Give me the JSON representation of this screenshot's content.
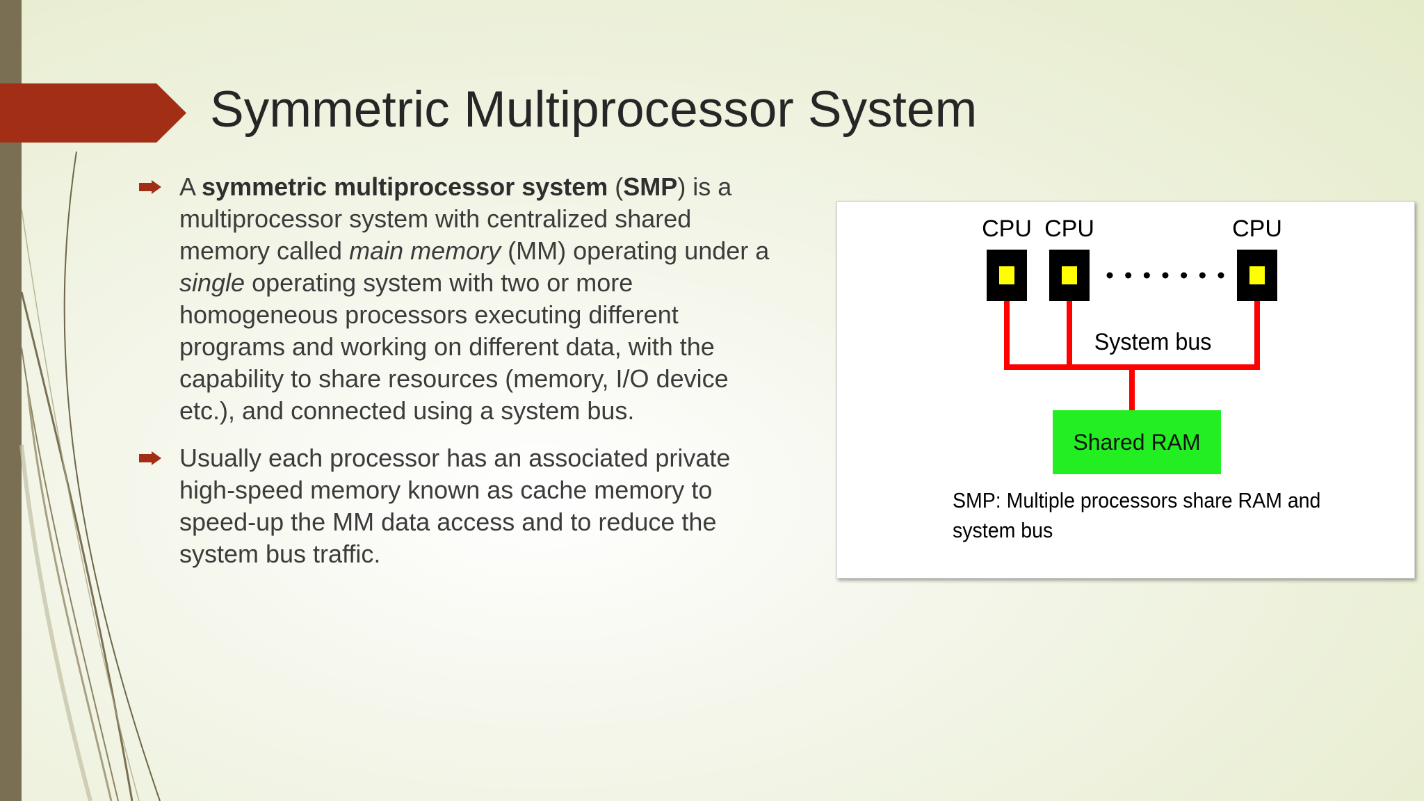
{
  "slide": {
    "title": "Symmetric Multiprocessor System",
    "colors": {
      "accent": "#a32e16",
      "side_bar": "#7a6f52",
      "title_text": "#262626",
      "body_text": "#3b3b3b"
    }
  },
  "bullets": [
    {
      "icon": "arrow-bullet-icon",
      "segments": [
        {
          "text": "A ",
          "style": "normal"
        },
        {
          "text": "symmetric multiprocessor system",
          "style": "bold"
        },
        {
          "text": " (",
          "style": "normal"
        },
        {
          "text": "SMP",
          "style": "bold"
        },
        {
          "text": ") is a multiprocessor  system with centralized shared memory called ",
          "style": "normal"
        },
        {
          "text": "main memory",
          "style": "italic"
        },
        {
          "text": " (MM) operating under a ",
          "style": "normal"
        },
        {
          "text": "single",
          "style": "italic"
        },
        {
          "text": " operating system with two or more homogeneous processors executing different programs and working on different data, with the capability to share resources (memory, I/O device etc.), and connected using a system bus.",
          "style": "normal"
        }
      ]
    },
    {
      "icon": "arrow-bullet-icon",
      "segments": [
        {
          "text": "Usually each processor has an associated private high-speed memory known as cache memory to speed-up the MM data access and to reduce the system bus traffic.",
          "style": "normal"
        }
      ]
    }
  ],
  "diagram": {
    "cpus": [
      {
        "label": "CPU"
      },
      {
        "label": "CPU"
      },
      {
        "label": "CPU"
      }
    ],
    "ellipsis_dots": 7,
    "bus_label": "System bus",
    "ram_label": "Shared RAM",
    "caption": "SMP: Multiple processors share RAM and system bus",
    "colors": {
      "bus": "#ff0000",
      "ram": "#22ee22",
      "cpu_box": "#000000",
      "cpu_core": "#ffff00"
    }
  }
}
